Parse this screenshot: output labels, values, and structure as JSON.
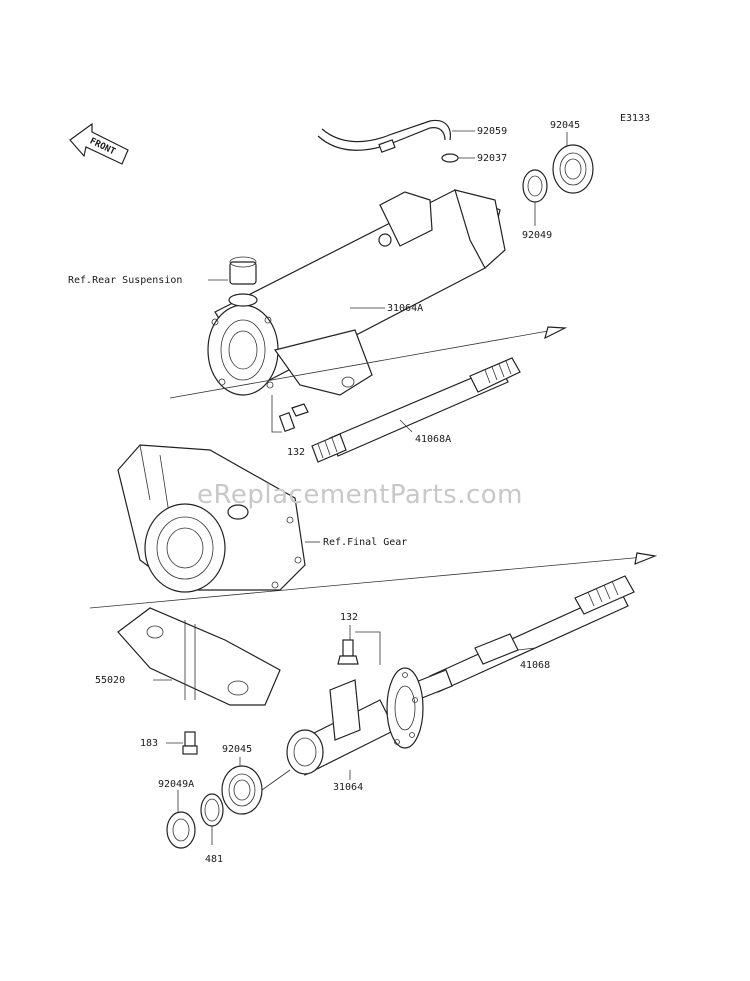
{
  "diagram_code": "E3133",
  "front_label": "FRONT",
  "watermark": "eReplacementParts.com",
  "parts": {
    "p92059": "92059",
    "p92037": "92037",
    "p92045_top": "92045",
    "p92049_top": "92049",
    "p31064A": "31064A",
    "p132_top": "132",
    "p41068A": "41068A",
    "p132_mid": "132",
    "p41068": "41068",
    "p55020": "55020",
    "p183": "183",
    "p92045_bottom": "92045",
    "p92049A": "92049A",
    "p481": "481",
    "p31064": "31064"
  },
  "references": {
    "rear_suspension": "Ref.Rear Suspension",
    "final_gear": "Ref.Final Gear"
  }
}
